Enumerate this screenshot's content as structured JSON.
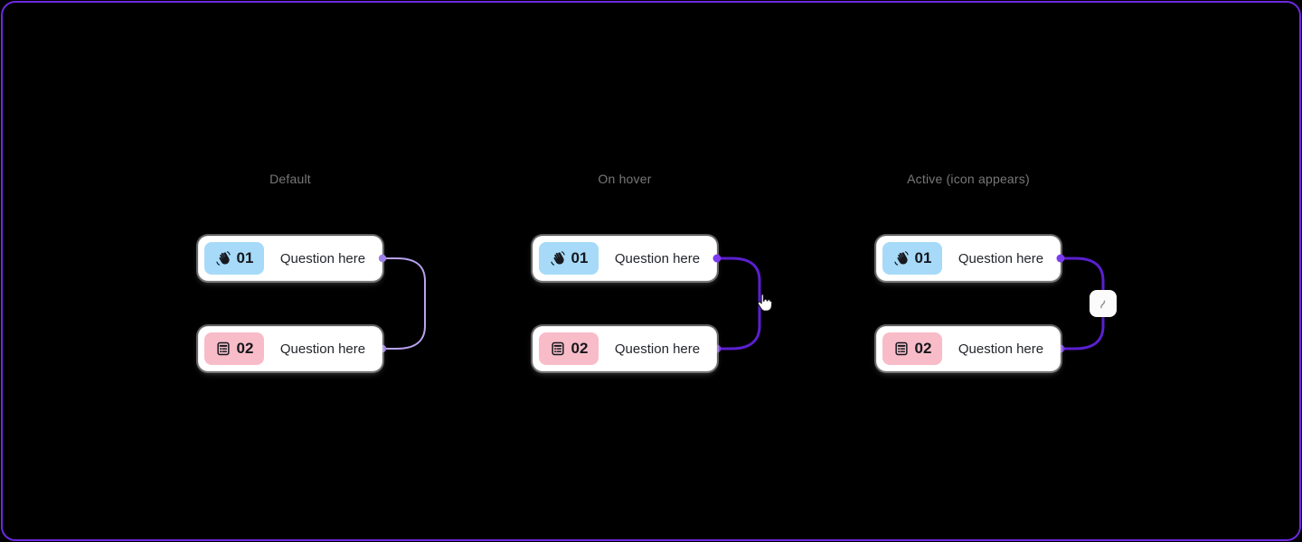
{
  "canvas": {
    "background": "#000000",
    "border_color": "#6C28E0"
  },
  "sections": [
    {
      "label": "Default",
      "state": "default",
      "connector": {
        "line_color": "#B9A3EF",
        "dot_color": "#9F7FE8",
        "line_width": 2
      },
      "nodes": [
        {
          "number": "01",
          "text": "Question here",
          "badge_color": "#A6DAF8",
          "icon": "waving-hand-icon"
        },
        {
          "number": "02",
          "text": "Question here",
          "badge_color": "#F8BCC8",
          "icon": "list-icon"
        }
      ]
    },
    {
      "label": "On hover",
      "state": "hover",
      "connector": {
        "line_color": "#5B1FD1",
        "dot_color": "#7C3AED",
        "line_width": 3
      },
      "cursor_icon": "hand-cursor-icon",
      "nodes": [
        {
          "number": "01",
          "text": "Question here",
          "badge_color": "#A6DAF8",
          "icon": "waving-hand-icon"
        },
        {
          "number": "02",
          "text": "Question here",
          "badge_color": "#F8BCC8",
          "icon": "list-icon"
        }
      ]
    },
    {
      "label": "Active (icon appears)",
      "state": "active",
      "connector": {
        "line_color": "#5B1FD1",
        "dot_color": "#7C3AED",
        "line_width": 3
      },
      "action_icon": "curve-icon",
      "nodes": [
        {
          "number": "01",
          "text": "Question here",
          "badge_color": "#A6DAF8",
          "icon": "waving-hand-icon"
        },
        {
          "number": "02",
          "text": "Question here",
          "badge_color": "#F8BCC8",
          "icon": "list-icon"
        }
      ]
    }
  ]
}
